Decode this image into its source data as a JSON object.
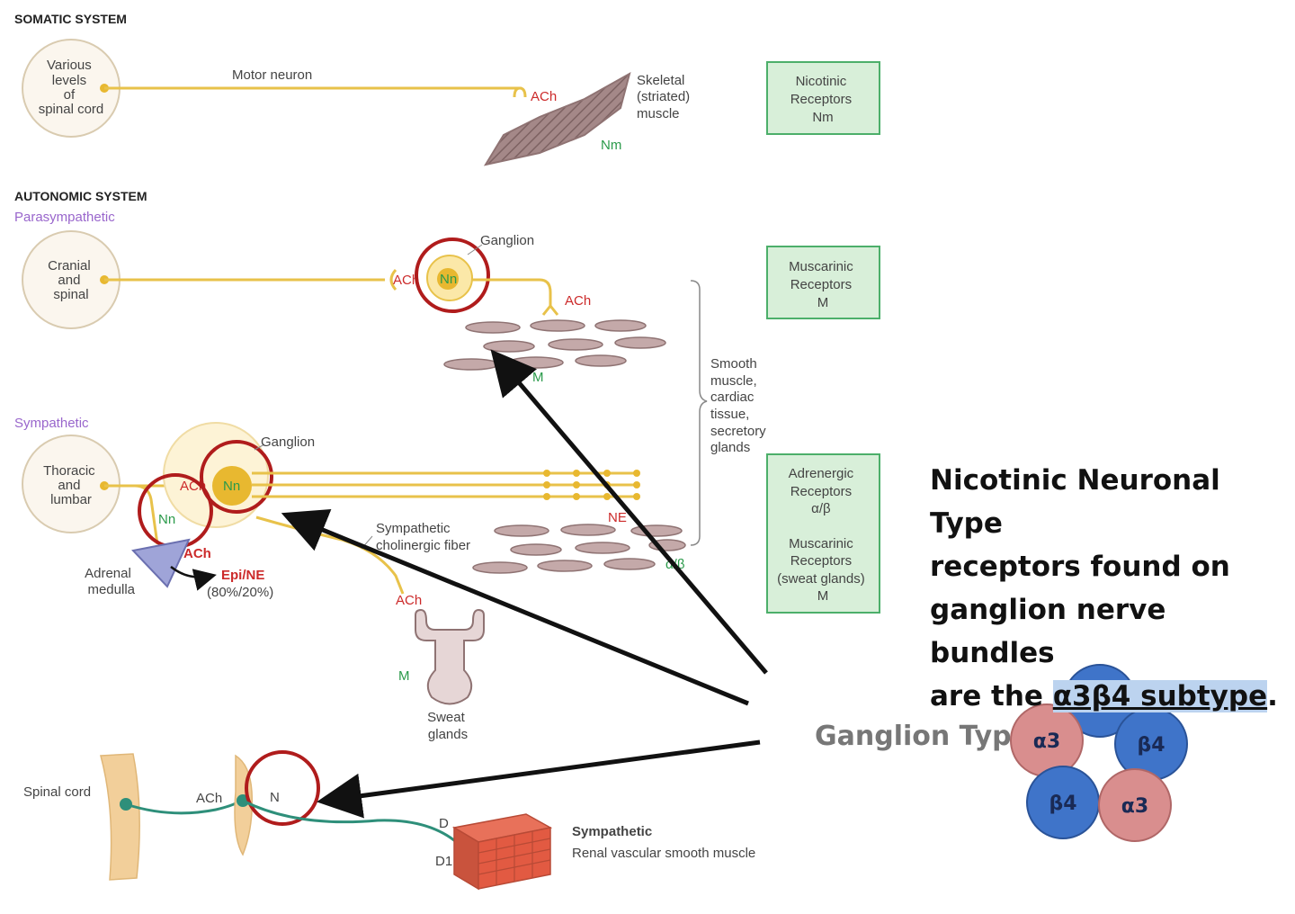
{
  "somatic": {
    "heading": "SOMATIC SYSTEM",
    "origin_lines": [
      "Various",
      "levels",
      "of",
      "spinal cord"
    ],
    "neuron_label": "Motor neuron",
    "transmitter": "ACh",
    "target_lines": [
      "Skeletal",
      "(striated)",
      "muscle"
    ],
    "receptor_label": "Nm",
    "receptor_box_lines": [
      "Nicotinic",
      "Receptors",
      "Nm"
    ]
  },
  "autonomic": {
    "heading": "AUTONOMIC SYSTEM",
    "parasympathetic": {
      "title": "Parasympathetic",
      "origin_lines": [
        "Cranial",
        "and",
        "spinal"
      ],
      "ganglion_label": "Ganglion",
      "transmitter_pre": "ACh",
      "ganglion_receptor": "Nn",
      "transmitter_post": "ACh",
      "target_receptor": "M",
      "receptor_box_lines": [
        "Muscarinic",
        "Receptors",
        "M"
      ]
    },
    "effector_lines": [
      "Smooth",
      "muscle,",
      "cardiac",
      "tissue,",
      "secretory",
      "glands"
    ],
    "sympathetic": {
      "title": "Sympathetic",
      "origin_lines": [
        "Thoracic",
        "and",
        "lumbar"
      ],
      "ganglion_label": "Ganglion",
      "transmitter_pre": "ACh",
      "ganglion_receptor": "Nn",
      "adrenal_receptor": "Nn",
      "adrenal_transmitter": "ACh",
      "adrenal_lines": [
        "Adrenal",
        "medulla"
      ],
      "adrenal_output": "Epi/NE",
      "adrenal_ratio": "(80%/20%)",
      "post_transmitter": "NE",
      "target_receptor": "α/β",
      "cholinergic_lines": [
        "Sympathetic",
        "cholinergic fiber"
      ],
      "sweat_transmitter": "ACh",
      "sweat_receptor": "M",
      "sweat_lines": [
        "Sweat",
        "glands"
      ],
      "receptor_box_lines": [
        "Adrenergic",
        "Receptors",
        "α/β",
        "",
        "Muscarinic",
        "Receptors",
        "(sweat glands)",
        "M"
      ]
    }
  },
  "renal": {
    "spinal_label": "Spinal cord",
    "transmitter": "ACh",
    "ganglion_receptor": "N",
    "receptor_d": "D",
    "receptor_d1": "D1",
    "title": "Sympathetic",
    "subtitle": "Renal vascular smooth muscle"
  },
  "caption": {
    "line1": "Nicotinic Neuronal Type",
    "line2": "receptors found on",
    "line3": "ganglion nerve bundles",
    "line4_prefix": "are the ",
    "highlight": "α3β4  subtype",
    "line4_suffix": "."
  },
  "ganglion_type": {
    "label": "Ganglion Type",
    "subunits": [
      "β4",
      "α3",
      "β4",
      "β4",
      "α3"
    ]
  },
  "colors": {
    "neuron": "#e8c24a",
    "highlight_circle": "#b01c1c",
    "receptor_box_fill": "#d8efd9",
    "receptor_box_border": "#4caf6a",
    "beta_subunit": "#3f74c9",
    "alpha_subunit": "#d98e8e",
    "renal_fiber": "#2e8f7a"
  }
}
